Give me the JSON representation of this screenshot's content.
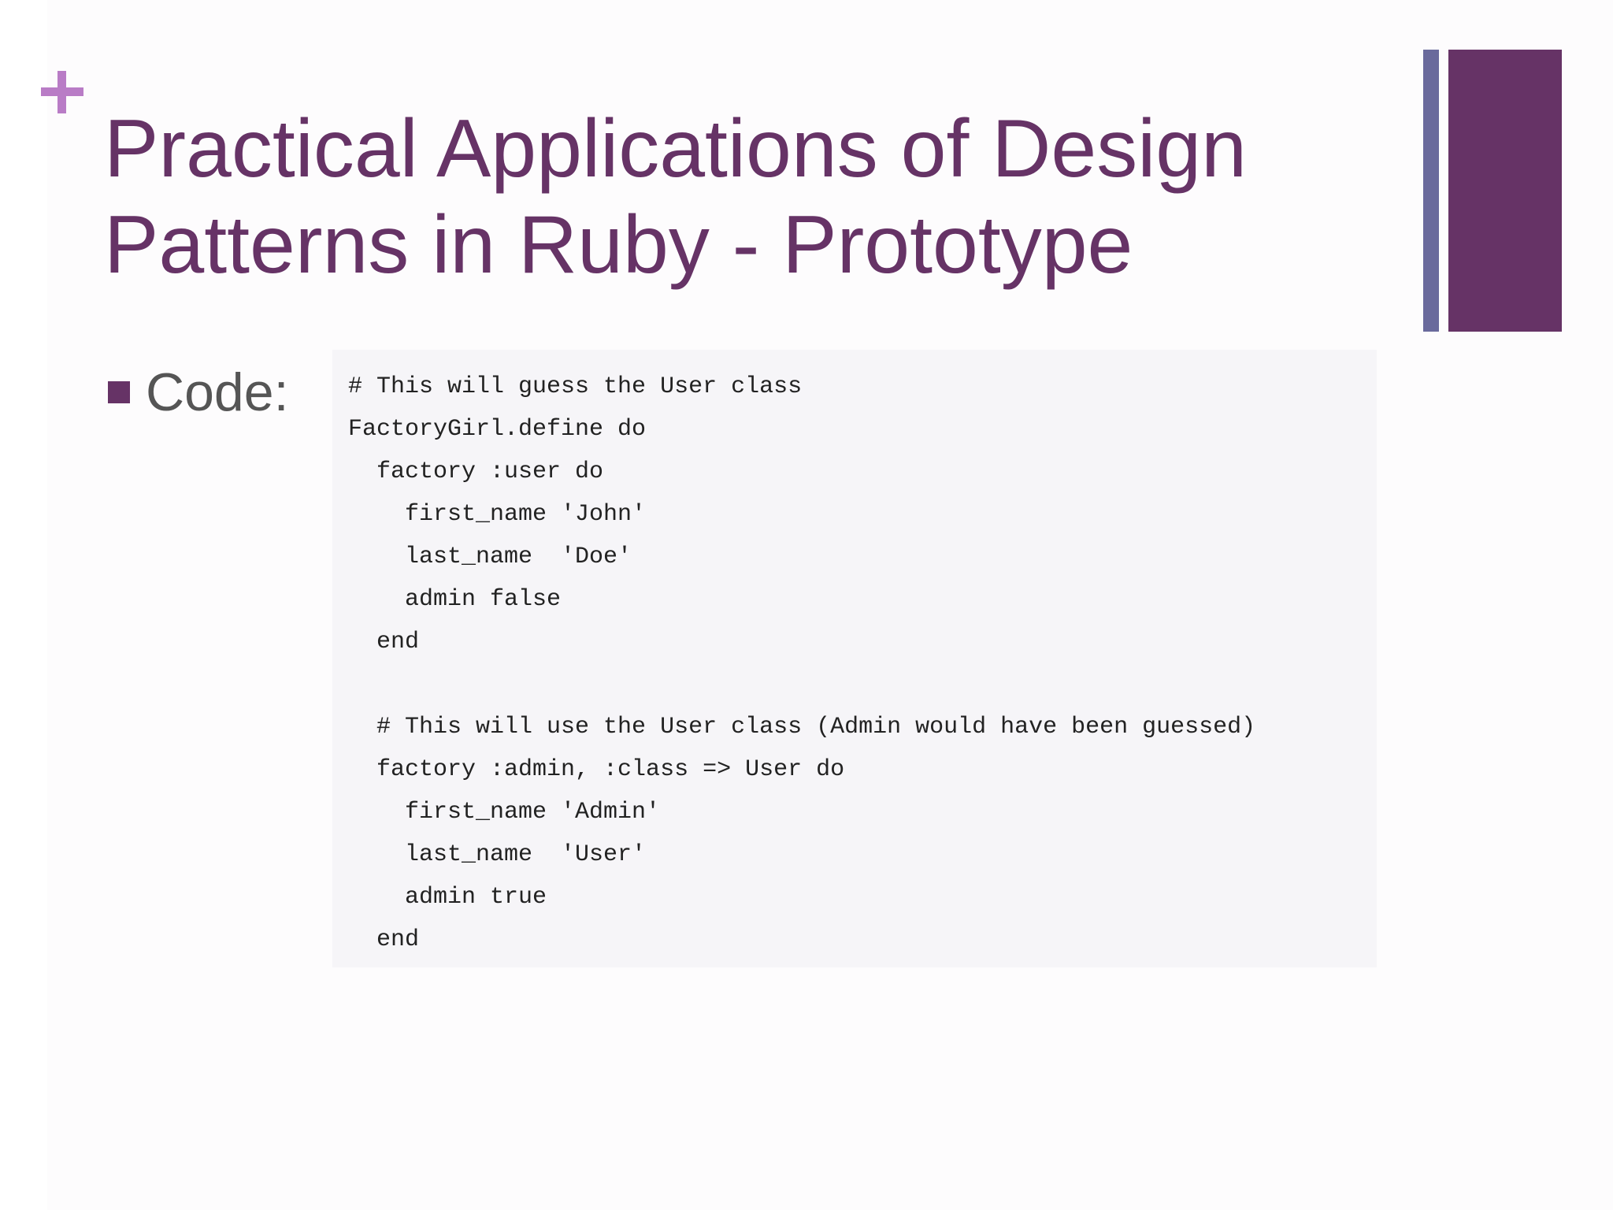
{
  "slide": {
    "title_lines": [
      "Practical Applications of Design",
      "Patterns in Ruby - Prototype"
    ],
    "bullet_label": "Code:",
    "code_lines": [
      "# This will guess the User class",
      "FactoryGirl.define do",
      "  factory :user do",
      "    first_name 'John'",
      "    last_name  'Doe'",
      "    admin false",
      "  end",
      "",
      "  # This will use the User class (Admin would have been guessed)",
      "  factory :admin, :class => User do",
      "    first_name 'Admin'",
      "    last_name  'User'",
      "    admin true",
      "  end"
    ]
  },
  "colors": {
    "title": "#663366",
    "plus_accent": "#b97cc6",
    "bar_thin": "#6a6a9c",
    "bar_wide": "#663366",
    "bullet_marker": "#663366",
    "code_background": "#f6f5f8"
  },
  "icons": {
    "corner_mark": "plus-icon",
    "bullet": "square-bullet-icon"
  }
}
